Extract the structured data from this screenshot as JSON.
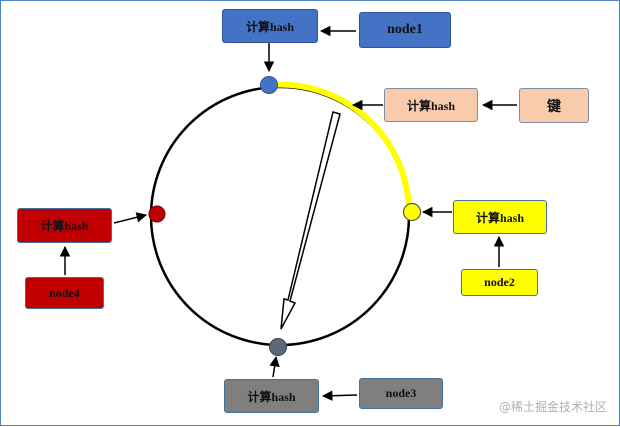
{
  "colors": {
    "blue": "#4472c4",
    "peach": "#f8cbad",
    "yellow": "#ffff00",
    "red": "#c00000",
    "gray": "#7f7f7f",
    "ring": "#000000"
  },
  "top": {
    "hash_label": "计算hash",
    "node_label": "node1"
  },
  "key": {
    "hash_label": "计算hash",
    "key_label": "键"
  },
  "right": {
    "hash_label": "计算hash",
    "node_label": "node2"
  },
  "bottom": {
    "hash_label": "计算hash",
    "node_label": "node3"
  },
  "left": {
    "hash_label": "计算hash",
    "node_label": "node4"
  },
  "watermark": "@稀土掘金技术社区"
}
